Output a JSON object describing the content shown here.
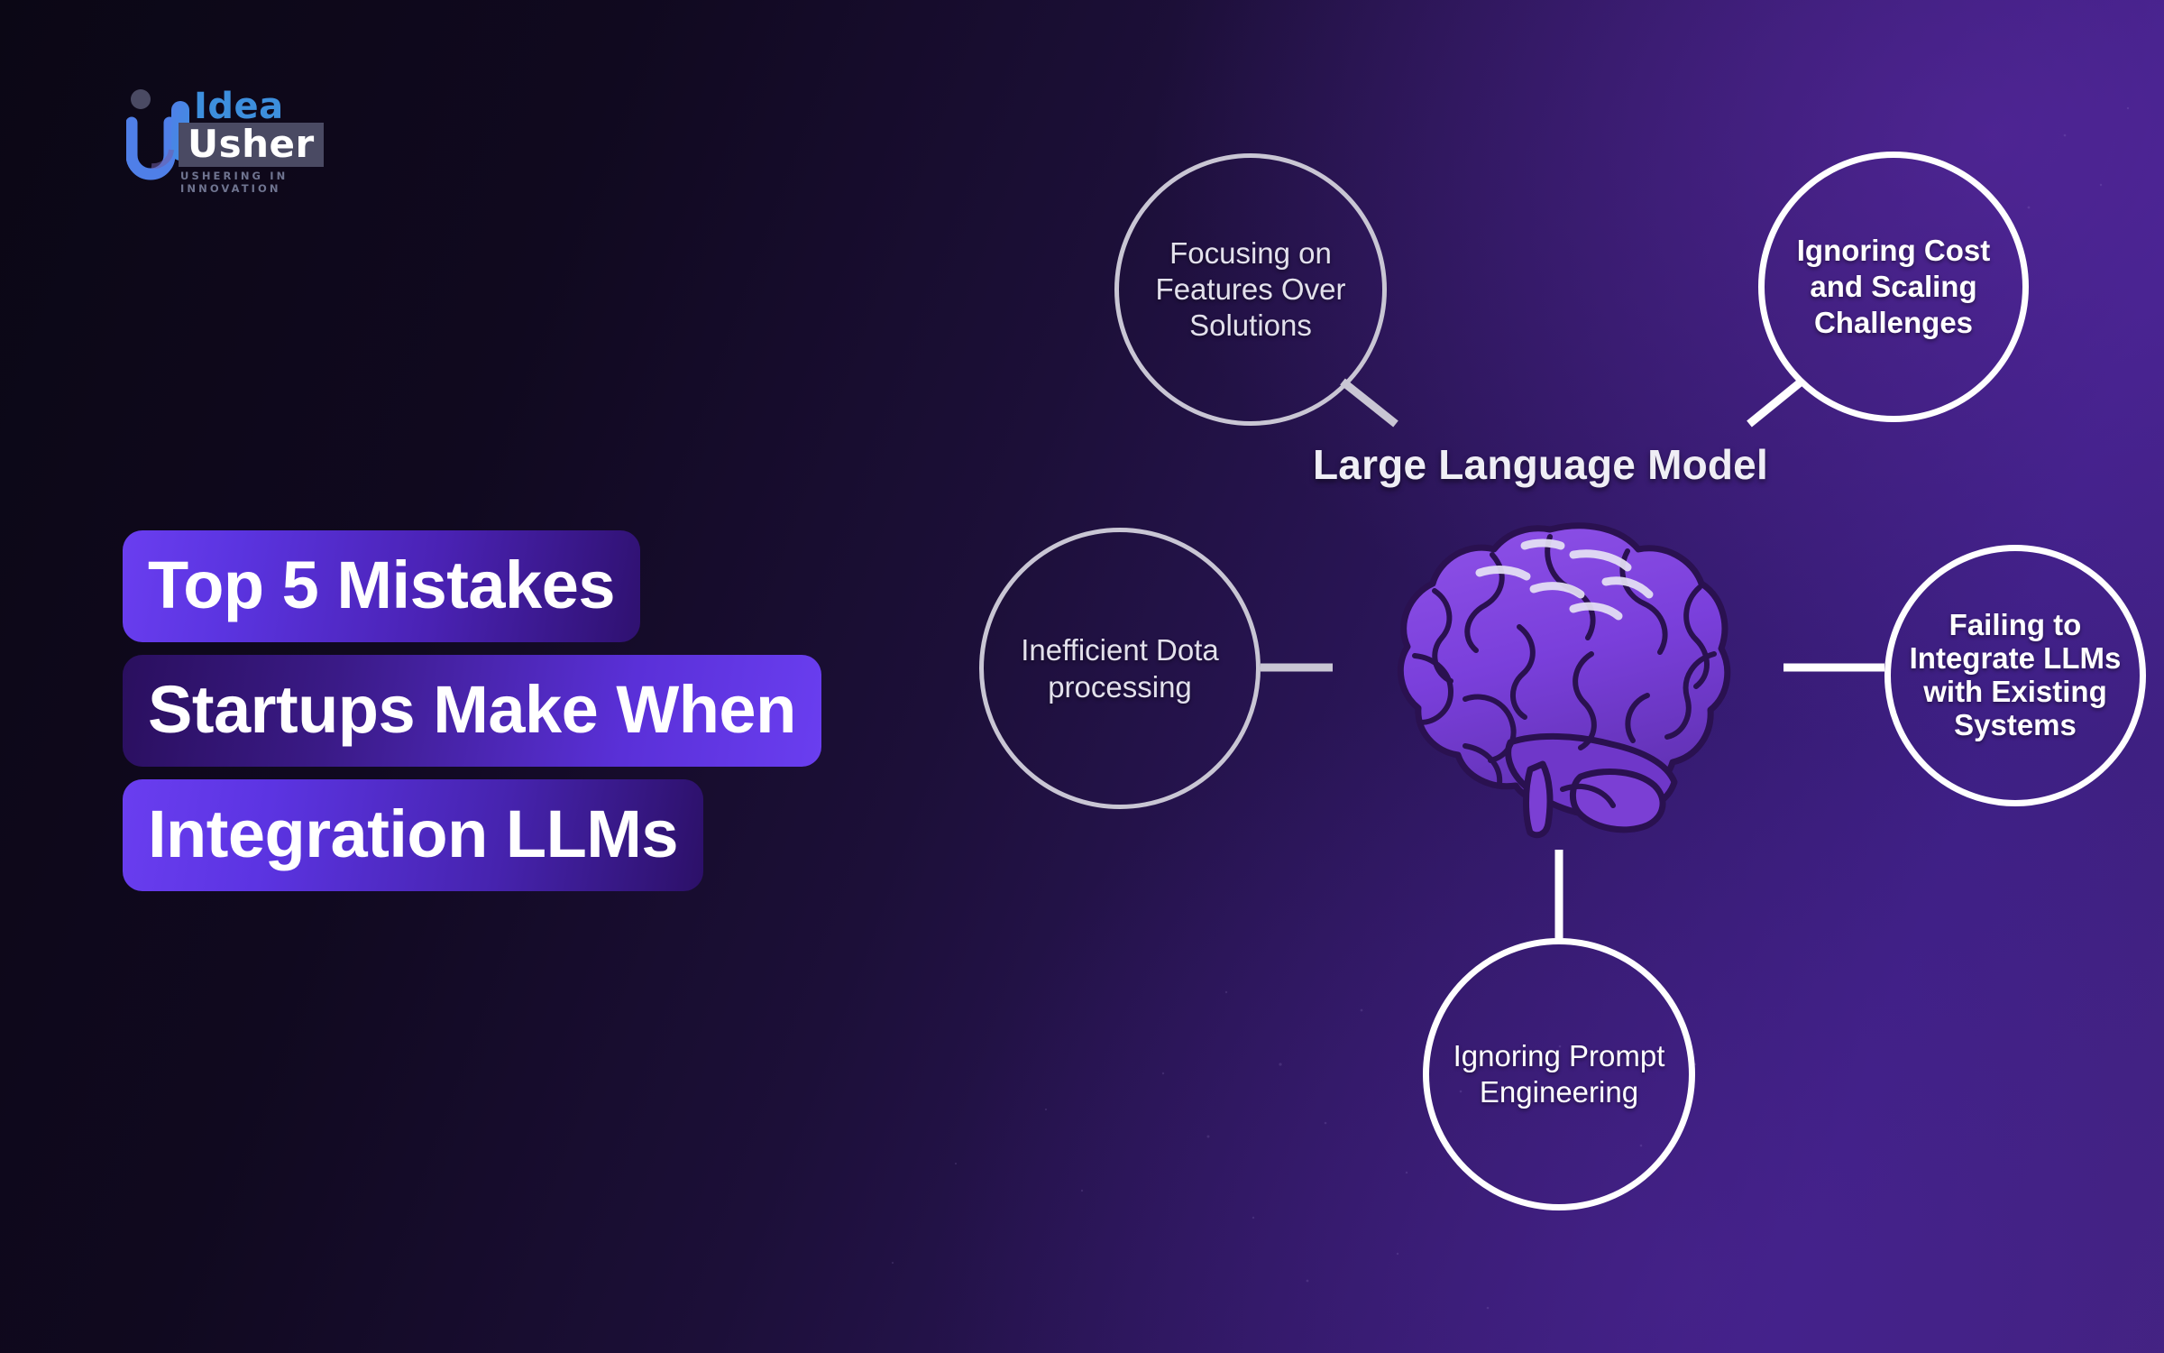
{
  "brand": {
    "name_line1": "Idea",
    "name_line2": "Usher",
    "tagline": "USHERING IN INNOVATION",
    "mark_icon": "idea-usher-u-logo-icon",
    "colors": {
      "blue": "#3d8fdd",
      "badge_gray": "#4a4a63",
      "tagline_gray": "#6f7490"
    }
  },
  "headline": {
    "line1": "Top 5 Mistakes",
    "line2": "Startups Make When",
    "line3": "Integration LLMs",
    "accent": "#6a3ef0"
  },
  "diagram": {
    "center_label": "Large Language Model",
    "center_icon": "brain-icon",
    "center_color": "#7b3fd4",
    "nodes": [
      {
        "id": "features",
        "label": "Focusing on Features Over Solutions",
        "lines": [
          "Focusing on",
          "Features Over",
          "Solutions"
        ],
        "position": "top-left",
        "style": "dim",
        "stroke": "#c9c6d4"
      },
      {
        "id": "cost",
        "label": "Ignoring Cost and Scaling Challenges",
        "lines": [
          "Ignoring Cost",
          "and Scaling",
          "Challenges"
        ],
        "position": "top-right",
        "style": "bright",
        "stroke": "#ffffff"
      },
      {
        "id": "data",
        "label": "Inefficient Dota processing",
        "lines": [
          "Inefficient Dota",
          "processing"
        ],
        "position": "middle-left",
        "style": "dim",
        "stroke": "#c9c6d4"
      },
      {
        "id": "integrate",
        "label": "Failing to Integrate LLMs with Existing Systems",
        "lines": [
          "Failing to",
          "Integrate",
          "LLMs with",
          "Existing",
          "Systems"
        ],
        "position": "middle-right",
        "style": "bright",
        "stroke": "#ffffff"
      },
      {
        "id": "prompt",
        "label": "Ignoring Prompt Engineering",
        "lines": [
          "Ignoring Prompt",
          "Engineering"
        ],
        "position": "bottom-center",
        "style": "bright",
        "stroke": "#ffffff"
      }
    ]
  },
  "background": {
    "dark": "#0b0715",
    "purple": "#41227f"
  }
}
